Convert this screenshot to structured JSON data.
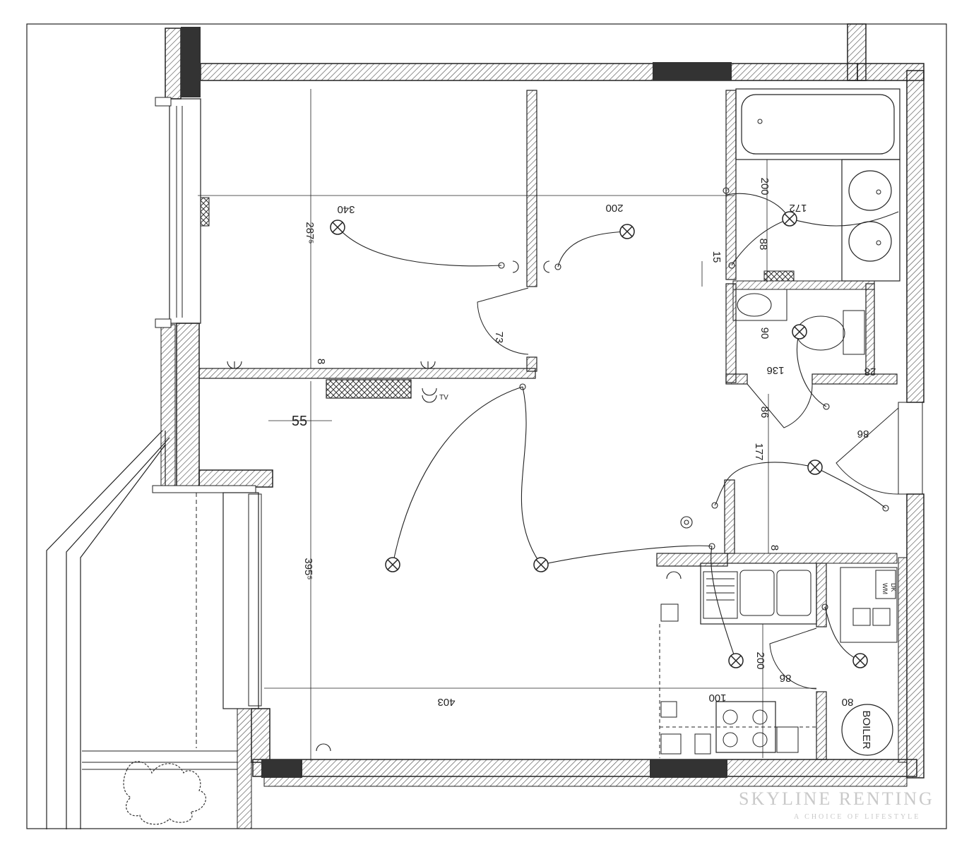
{
  "plan": {
    "dimensions": {
      "d340": "340",
      "d287": "287⁵",
      "d200_top": "200",
      "d200_bath": "200",
      "d172": "172",
      "d15": "15",
      "d90": "90",
      "d136": "136",
      "d28": "28",
      "d55": "55",
      "d8_a": "8",
      "d8_b": "8",
      "d73": "73",
      "d177": "177",
      "d395": "395⁵",
      "d403": "403",
      "d200_kitchen": "200",
      "d100": "100",
      "d80": "80",
      "d86_a": "86",
      "d86_b": "86",
      "d86_c": "86",
      "d88": "88"
    },
    "labels": {
      "boiler": "BOILER",
      "tv": "TV",
      "wm": "WM",
      "dk": "DK"
    }
  },
  "watermark": {
    "brand": "SKYLINE RENTING",
    "tagline": "A CHOICE OF LIFESTYLE"
  },
  "colors": {
    "wall": "#222222",
    "hatch": "#555555",
    "window": "#333333"
  }
}
